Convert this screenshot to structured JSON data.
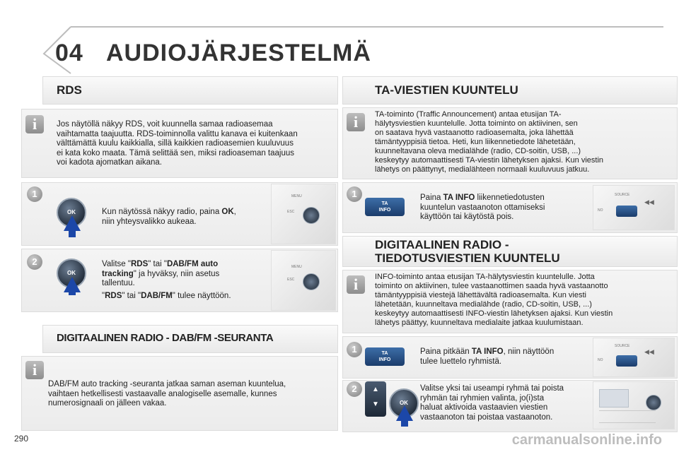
{
  "chapter": {
    "number": "04",
    "title": "AUDIOJÄRJESTELMÄ"
  },
  "left": {
    "rds": {
      "heading": "RDS",
      "info": [
        "Jos näytöllä näkyy RDS, voit kuunnella samaa radioasemaa",
        "vaihtamatta taajuutta. RDS-toiminnolla valittu kanava ei kuitenkaan",
        "välttämättä kuulu kaikkialla, sillä kaikkien radioasemien kuuluvuus",
        "ei kata koko maata. Tämä selittää sen, miksi radioaseman taajuus",
        "voi kadota ajomatkan aikana."
      ],
      "step1": {
        "number": "1",
        "line1_pre": "Kun näytössä näkyy radio, paina ",
        "line1_bold": "OK",
        "line1_post": ",",
        "line2": "niin yhteysvalikko aukeaa."
      },
      "step2": {
        "number": "2",
        "l1_a": "Valitse \"",
        "l1_b": "RDS",
        "l1_c": "\" tai \"",
        "l1_d": "DAB/FM auto",
        "l2_a": "tracking",
        "l2_b": "\" ja hyväksy, niin asetus",
        "l3": "tallentuu.",
        "l4_a": "\"",
        "l4_b": "RDS",
        "l4_c": "\" tai \"",
        "l4_d": "DAB/FM",
        "l4_e": "\" tulee näyttöön."
      }
    },
    "dab": {
      "heading": "DIGITAALINEN RADIO - DAB/FM -SEURANTA",
      "info": [
        "DAB/FM auto tracking -seuranta jatkaa saman aseman kuuntelua,",
        "vaihtaen hetkellisesti vastaavalle analogiselle asemalle, kunnes",
        "numerosignaali on jälleen vakaa."
      ]
    }
  },
  "right": {
    "ta": {
      "heading": "TA-VIESTIEN KUUNTELU",
      "info": [
        "TA-toiminto (Traffic Announcement) antaa etusijan TA-",
        "hälytysviestien kuuntelulle. Jotta toiminto on aktiivinen, sen",
        "on saatava hyvä vastaanotto radioasemalta, joka lähettää",
        "tämäntyyppisiä tietoa. Heti, kun liikennetiedote lähetetään,",
        "kuunneltavana oleva medialähde (radio, CD-soitin, USB, ...)",
        "keskeytyy automaattisesti TA-viestin lähetyksen ajaksi. Kun viestin",
        "lähetys on päättynyt, medialähteen normaali kuuluvuus jatkuu."
      ],
      "step1": {
        "number": "1",
        "l1_a": "Paina ",
        "l1_b": "TA INFO",
        "l1_c": " liikennetiedotusten",
        "l2": "kuuntelun vastaanoton ottamiseksi",
        "l3": "käyttöön tai käytöstä pois."
      }
    },
    "dig": {
      "heading_line1": "DIGITAALINEN RADIO -",
      "heading_line2": "TIEDOTUSVIESTIEN KUUNTELU",
      "info": [
        "INFO-toiminto antaa etusijan TA-hälytysviestin kuuntelulle. Jotta",
        "toiminto on aktiivinen, tulee vastaanottimen saada hyvä vastaanotto",
        "tämäntyyppisiä viestejä lähettävältä radioasemalta. Kun viesti",
        "lähetetään, kuunneltava medialähde (radio, CD-soitin, USB, ...)",
        "keskeytyy automaattisesti INFO-viestin lähetyksen ajaksi. Kun viestin",
        "lähetys päättyy, kuunneltava medialaite jatkaa kuulumistaan."
      ],
      "step1": {
        "number": "1",
        "l1_a": "Paina pitkään ",
        "l1_b": "TA INFO",
        "l1_c": ", niin näyttöön",
        "l2": "tulee luettelo ryhmistä."
      },
      "step2": {
        "number": "2",
        "l1": "Valitse yksi tai useampi ryhmä tai poista",
        "l2": "ryhmän tai ryhmien valinta, jo(i)sta",
        "l3": "haluat aktivoida vastaavien viestien",
        "l4": "vastaanoton tai poistaa vastaanoton."
      }
    }
  },
  "controls": {
    "ok_label": "OK",
    "ta_label_1": "TA",
    "ta_label_2": "INFO",
    "menu_label": "MENU",
    "esc_label": "ESC",
    "source_label": "SOURCE",
    "no_label": "NO"
  },
  "page_number": "290",
  "watermark": "carmanualsonline.info",
  "colors": {
    "arrow": "#1c47a8",
    "ta_button": "#1b3c6b"
  }
}
